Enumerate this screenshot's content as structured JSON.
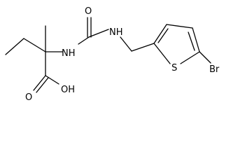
{
  "molecule": {
    "atoms": {
      "oxygen_carbonyl_urea": "O",
      "nh_left": "NH",
      "nh_right": "NH",
      "hydroxyl": "OH",
      "oxygen_carbonyl_acid": "O",
      "sulfur": "S",
      "bromine": "Br"
    }
  },
  "colors": {
    "bond": "#000000",
    "label": "#000000",
    "background": "#ffffff"
  }
}
